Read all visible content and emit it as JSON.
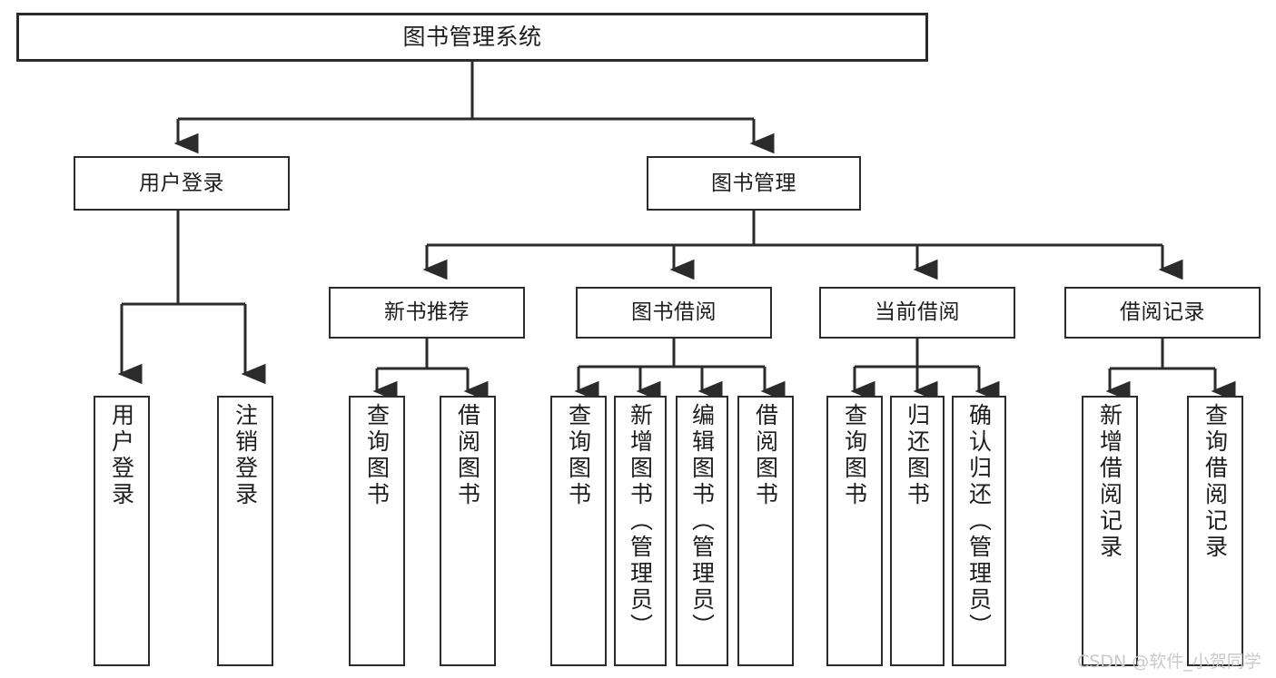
{
  "diagram": {
    "title": "图书管理系统",
    "type": "tree-hierarchy-chart",
    "root": {
      "label": "图书管理系统"
    },
    "level2": [
      {
        "label": "用户登录"
      },
      {
        "label": "图书管理"
      }
    ],
    "level3": [
      {
        "label": "新书推荐"
      },
      {
        "label": "图书借阅"
      },
      {
        "label": "当前借阅"
      },
      {
        "label": "借阅记录"
      }
    ],
    "leaves": {
      "user_login": [
        {
          "label": "用户登录"
        },
        {
          "label": "注销登录"
        }
      ],
      "new_book_recommend": [
        {
          "label": "查询图书"
        },
        {
          "label": "借阅图书"
        }
      ],
      "book_borrow": [
        {
          "label": "查询图书"
        },
        {
          "label": "新增图书（管理员）"
        },
        {
          "label": "编辑图书（管理员）"
        },
        {
          "label": "借阅图书"
        }
      ],
      "current_borrow": [
        {
          "label": "查询图书"
        },
        {
          "label": "归还图书"
        },
        {
          "label": "确认归还（管理员）"
        }
      ],
      "borrow_record": [
        {
          "label": "新增借阅记录"
        },
        {
          "label": "查询借阅记录"
        }
      ]
    },
    "watermark": "CSDN @软件_小贺同学",
    "colors": {
      "stroke": "#2b2b2b",
      "fill": "#ffffff",
      "text": "#1d1d1d",
      "watermark": "#c9c9c9"
    }
  }
}
